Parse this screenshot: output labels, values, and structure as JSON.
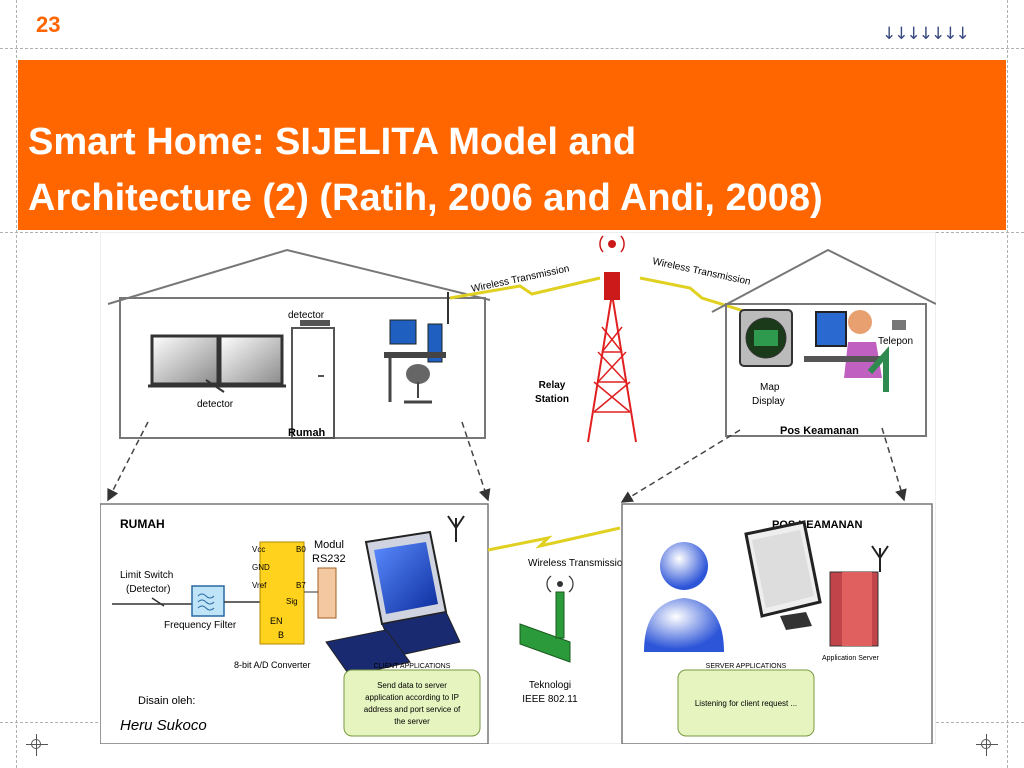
{
  "slide": {
    "number": "23",
    "nav_arrows": "↓↓↓↓↓↓↓"
  },
  "title": {
    "line1": "Smart Home: SIJELITA Model and",
    "line2": "Architecture (2) (Ratih, 2006 and Andi, 2008)"
  },
  "diagram": {
    "house_label": "Rumah",
    "security_label": "Pos Keamanan",
    "detector_top": "detector",
    "detector_bottom": "detector",
    "relay_station": [
      "Relay",
      "Station"
    ],
    "wireless_left": "Wireless Transmission",
    "wireless_right": "Wireless Transmission",
    "map_display": [
      "Map",
      "Display"
    ],
    "telepon": "Telepon",
    "rumah_box": {
      "title": "RUMAH",
      "limit_switch": [
        "Limit Switch",
        "(Detector)"
      ],
      "frequency_filter": "Frequency Filter",
      "adc_label": "8-bit A/D Converter",
      "adc_pins_left": [
        "Vcc",
        "GND",
        "Vref",
        "Sig"
      ],
      "adc_pins_right": [
        "B0",
        "B7"
      ],
      "adc_en": [
        "EN",
        "B"
      ],
      "modul": [
        "Modul",
        "RS232"
      ],
      "client_title": "CLIENT APPLICATIONS",
      "client_text": [
        "Send data to server",
        "application according to  IP",
        "address and port service of",
        "the server"
      ],
      "designed_by": "Disain oleh:",
      "signature": "Heru Sukoco"
    },
    "middle": {
      "wireless": "Wireless Transmission",
      "tech": [
        "Teknologi",
        "IEEE 802.11"
      ]
    },
    "pos_box": {
      "title": "POS KEAMANAN",
      "server_title": "SERVER APPLICATIONS",
      "server_text": "Listening for client request ...",
      "app_server": "Application Server"
    }
  },
  "colors": {
    "accent": "#ff6600",
    "title_text": "#ffffff"
  }
}
